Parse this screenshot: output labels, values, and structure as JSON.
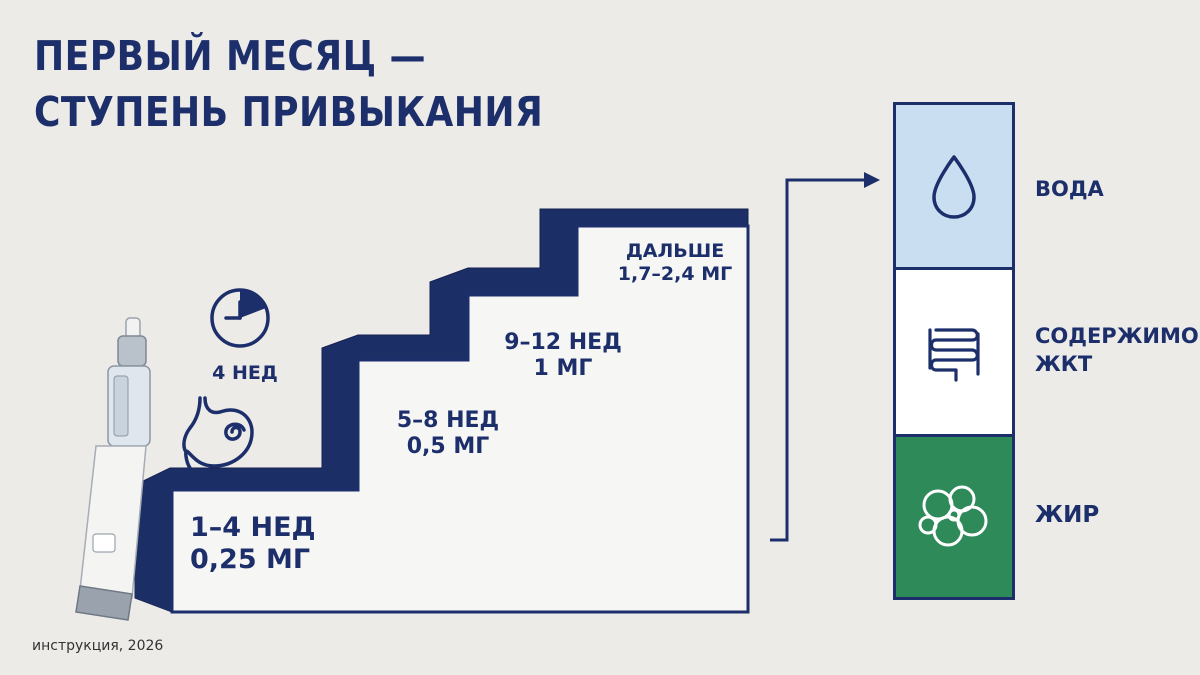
{
  "title": {
    "line1": "ПЕРВЫЙ МЕСЯЦ —",
    "line2": "СТУПЕНЬ ПРИВЫКАНИЯ"
  },
  "timer": {
    "label": "4 НЕД"
  },
  "steps": [
    {
      "line1": "1–4 НЕД",
      "line2": "0,25 МГ"
    },
    {
      "line1": "5–8 НЕД",
      "line2": "0,5 МГ"
    },
    {
      "line1": "9–12 НЕД",
      "line2": "1 МГ"
    },
    {
      "line1": "ДАЛЬШЕ",
      "line2": "1,7–2,4 МГ"
    }
  ],
  "column": {
    "segments": [
      {
        "label_line1": "ВОДА",
        "label_line2": "",
        "icon": "water-drop-icon",
        "color": "#c9dff1"
      },
      {
        "label_line1": "СОДЕРЖИМОЕ",
        "label_line2": "ЖКТ",
        "icon": "intestine-icon",
        "color": "#ffffff"
      },
      {
        "label_line1": "ЖИР",
        "label_line2": "",
        "icon": "fat-cells-icon",
        "color": "#2e8a58"
      }
    ]
  },
  "footer": "инструкция, 2026",
  "colors": {
    "navy": "#1c2f6b",
    "background": "#ecebe8",
    "water": "#c9dff1",
    "fat": "#2e8a58"
  }
}
